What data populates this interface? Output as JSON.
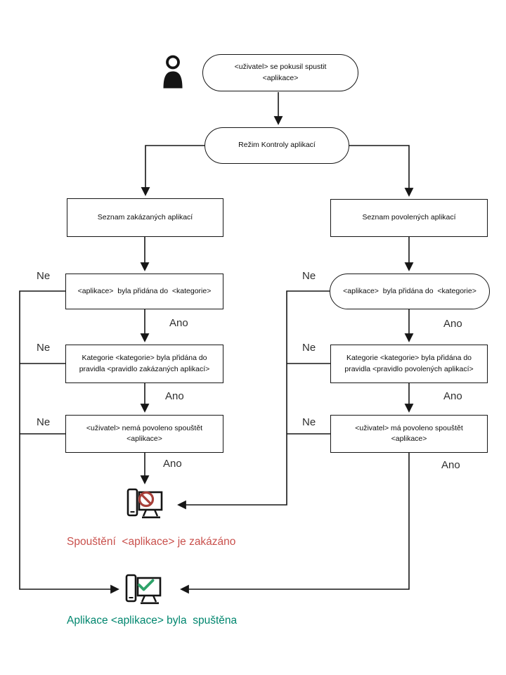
{
  "labels": {
    "no": "Ne",
    "yes": "Ano"
  },
  "nodes": {
    "start": "<uživatel> se pokusil spustit\n<aplikace>",
    "mode": "Režim Kontroly aplikací",
    "denylist": "Seznam zakázaných aplikací",
    "allowlist": "Seznam povolených aplikací",
    "deny_category": "<aplikace>  byla přidána do  <kategorie>",
    "allow_category": "<aplikace>  byla přidána do  <kategorie>",
    "deny_rule": "Kategorie <kategorie> byla přidána do\npravidla <pravidlo zakázaných aplikací>",
    "allow_rule": "Kategorie <kategorie> byla přidána do\npravidla <pravidlo povolených aplikací>",
    "deny_user": "<uživatel> nemá povoleno spouštět\n<aplikace>",
    "allow_user": "<uživatel> má povoleno spouštět\n<aplikace>"
  },
  "outcomes": {
    "blocked": "Spouštění  <aplikace> je zakázáno",
    "launched": "Aplikace <aplikace> byla  spuštěna"
  },
  "icons": {
    "user": "user-icon",
    "blocked_device": "blocked-device-icon",
    "launched_device": "launched-device-icon"
  },
  "colors": {
    "line": "#161616",
    "blocked_text": "#c9504c",
    "launched_text": "#00866e",
    "prohibit_sign": "#a8403a",
    "check_sign": "#2fa36a"
  }
}
